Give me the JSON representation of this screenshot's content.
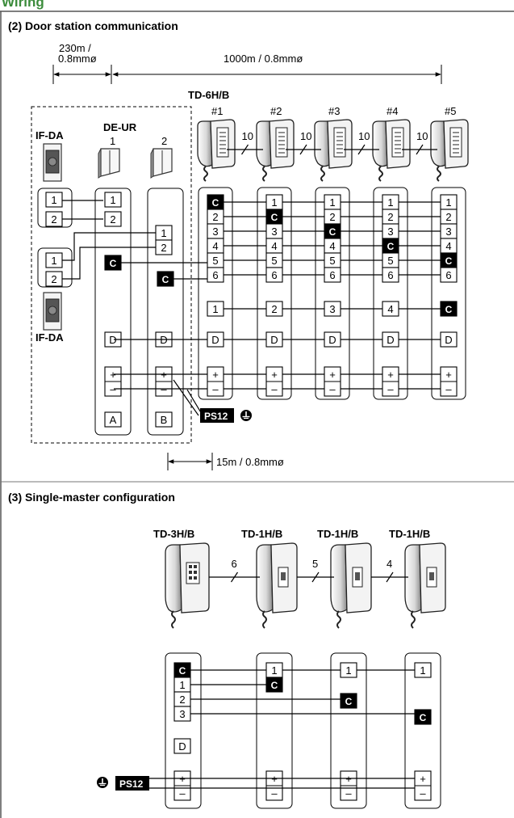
{
  "header": {
    "title": "Wiring"
  },
  "s2": {
    "title": "(2) Door station communication",
    "dim1": [
      "230m /",
      "0.8mmø"
    ],
    "dim2": "1000m / 0.8mmø",
    "dim3": "15m / 0.8mmø",
    "ifda": "IF-DA",
    "deur": "DE-UR",
    "deur_units": [
      "1",
      "2"
    ],
    "td_model": "TD-6H/B",
    "td_ids": [
      "#1",
      "#2",
      "#3",
      "#4",
      "#5"
    ],
    "wire_counts": [
      "10",
      "10",
      "10",
      "10"
    ],
    "term_C": "C",
    "term_D": "D",
    "term_plus": "+",
    "term_minus": "–",
    "term_A": "A",
    "term_B": "B",
    "ps12": "PS12",
    "nums": [
      "1",
      "2",
      "3",
      "4",
      "5",
      "6"
    ]
  },
  "s3": {
    "title": "(3) Single-master configuration",
    "models": [
      "TD-3H/B",
      "TD-1H/B",
      "TD-1H/B",
      "TD-1H/B"
    ],
    "wire_counts": [
      "6",
      "5",
      "4"
    ],
    "nums": [
      "1",
      "2",
      "3"
    ],
    "term_C": "C",
    "term_D": "D",
    "term_plus": "+",
    "term_minus": "–",
    "ps12": "PS12"
  }
}
